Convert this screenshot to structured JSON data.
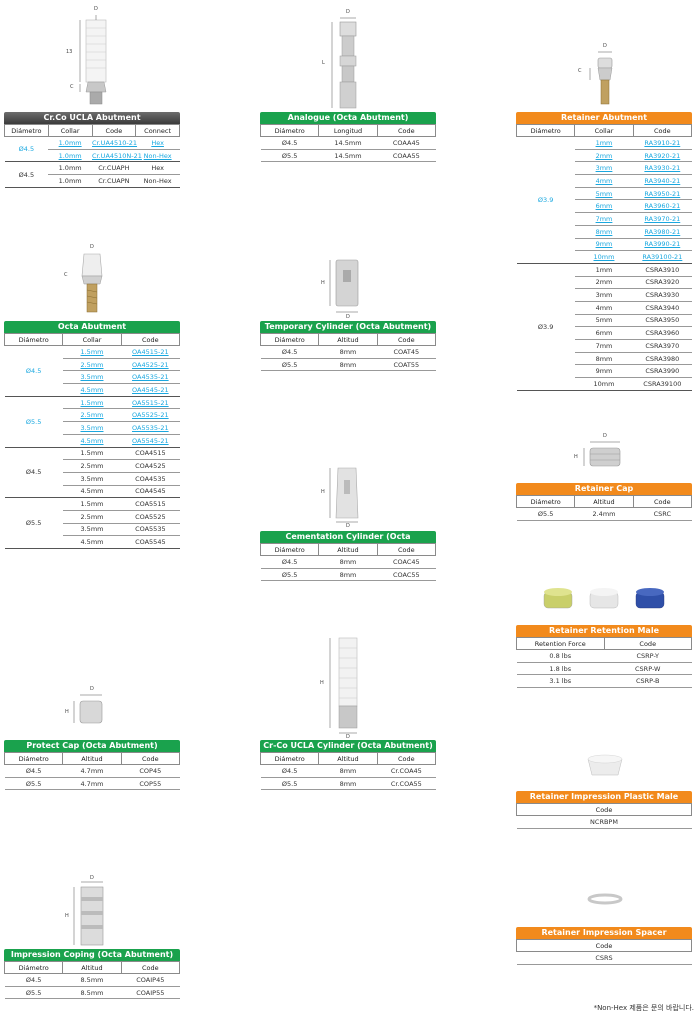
{
  "blocks": {
    "crco_ucla": {
      "title": "Cr.Co UCLA Abutment",
      "headers": [
        "Diámetro",
        "Collar",
        "Code",
        "Connect"
      ],
      "rows": [
        [
          "Ø4.5",
          "1.0mm",
          "Cr.UA4510-21",
          "Hex"
        ],
        [
          "",
          "1.0mm",
          "Cr.UA4510N-21",
          "Non-Hex"
        ],
        [
          "Ø4.5",
          "1.0mm",
          "Cr.CUAPH",
          "Hex"
        ],
        [
          "",
          "1.0mm",
          "Cr.CUAPN",
          "Non-Hex"
        ]
      ],
      "dims": {
        "d": "D",
        "h": "13",
        "c": "C"
      }
    },
    "analogue": {
      "title": "Analogue (Octa Abutment)",
      "headers": [
        "Diámetro",
        "Longitud",
        "Code"
      ],
      "rows": [
        [
          "Ø4.5",
          "14.5mm",
          "COAA45"
        ],
        [
          "Ø5.5",
          "14.5mm",
          "COAA55"
        ]
      ],
      "dims": {
        "d": "D",
        "l": "L"
      }
    },
    "retainer_abutment": {
      "title": "Retainer Abutment",
      "headers": [
        "Diámetro",
        "Collar",
        "Code"
      ],
      "group1": {
        "diameter": "Ø3.9",
        "rows": [
          [
            "1mm",
            "RA3910-21"
          ],
          [
            "2mm",
            "RA3920-21"
          ],
          [
            "3mm",
            "RA3930-21"
          ],
          [
            "4mm",
            "RA3940-21"
          ],
          [
            "5mm",
            "RA3950-21"
          ],
          [
            "6mm",
            "RA3960-21"
          ],
          [
            "7mm",
            "RA3970-21"
          ],
          [
            "8mm",
            "RA3980-21"
          ],
          [
            "9mm",
            "RA3990-21"
          ],
          [
            "10mm",
            "RA39100-21"
          ]
        ]
      },
      "group2": {
        "diameter": "Ø3.9",
        "rows": [
          [
            "1mm",
            "CSRA3910"
          ],
          [
            "2mm",
            "CSRA3920"
          ],
          [
            "3mm",
            "CSRA3930"
          ],
          [
            "4mm",
            "CSRA3940"
          ],
          [
            "5mm",
            "CSRA3950"
          ],
          [
            "6mm",
            "CSRA3960"
          ],
          [
            "7mm",
            "CSRA3970"
          ],
          [
            "8mm",
            "CSRA3980"
          ],
          [
            "9mm",
            "CSRA3990"
          ],
          [
            "10mm",
            "CSRA39100"
          ]
        ]
      },
      "dims": {
        "d": "D",
        "c": "C"
      }
    },
    "octa_abutment": {
      "title": "Octa Abutment",
      "headers": [
        "Diámetro",
        "Collar",
        "Code"
      ],
      "groups": [
        {
          "diameter": "Ø4.5",
          "blue": true,
          "rows": [
            [
              "1.5mm",
              "OA4515-21"
            ],
            [
              "2.5mm",
              "OA4525-21"
            ],
            [
              "3.5mm",
              "OA4535-21"
            ],
            [
              "4.5mm",
              "OA4545-21"
            ]
          ]
        },
        {
          "diameter": "Ø5.5",
          "blue": true,
          "rows": [
            [
              "1.5mm",
              "OA5515-21"
            ],
            [
              "2.5mm",
              "OA5525-21"
            ],
            [
              "3.5mm",
              "OA5535-21"
            ],
            [
              "4.5mm",
              "OA5545-21"
            ]
          ]
        },
        {
          "diameter": "Ø4.5",
          "blue": false,
          "rows": [
            [
              "1.5mm",
              "COA4515"
            ],
            [
              "2.5mm",
              "COA4525"
            ],
            [
              "3.5mm",
              "COA4535"
            ],
            [
              "4.5mm",
              "COA4545"
            ]
          ]
        },
        {
          "diameter": "Ø5.5",
          "blue": false,
          "rows": [
            [
              "1.5mm",
              "COA5515"
            ],
            [
              "2.5mm",
              "COA5525"
            ],
            [
              "3.5mm",
              "COA5535"
            ],
            [
              "4.5mm",
              "COA5545"
            ]
          ]
        }
      ],
      "dims": {
        "d": "D",
        "c": "C"
      }
    },
    "temp_cyl": {
      "title": "Temporary Cylinder (Octa Abutment)",
      "headers": [
        "Diámetro",
        "Altitud",
        "Code"
      ],
      "rows": [
        [
          "Ø4.5",
          "8mm",
          "COAT45"
        ],
        [
          "Ø5.5",
          "8mm",
          "COAT55"
        ]
      ],
      "dims": {
        "d": "D",
        "h": "H"
      }
    },
    "retainer_cap": {
      "title": "Retainer Cap",
      "headers": [
        "Diámetro",
        "Altitud",
        "Code"
      ],
      "rows": [
        [
          "Ø5.5",
          "2.4mm",
          "CSRC"
        ]
      ],
      "dims": {
        "d": "D",
        "h": "H"
      }
    },
    "cement_cyl": {
      "title": "Cementation Cylinder (Octa Abutment)",
      "headers": [
        "Diámetro",
        "Altitud",
        "Code"
      ],
      "rows": [
        [
          "Ø4.5",
          "8mm",
          "COAC45"
        ],
        [
          "Ø5.5",
          "8mm",
          "COAC55"
        ]
      ],
      "dims": {
        "d": "D",
        "h": "H"
      }
    },
    "retention_male": {
      "title": "Retainer Retention Male",
      "headers": [
        "Retention Force",
        "Code"
      ],
      "rows": [
        [
          "0.8 lbs",
          "CSRP-Y"
        ],
        [
          "1.8 lbs",
          "CSRP-W"
        ],
        [
          "3.1 lbs",
          "CSRP-B"
        ]
      ],
      "colors": [
        "#c9cf6a",
        "#e6e6e6",
        "#2f4fa8"
      ]
    },
    "protect_cap": {
      "title": "Protect Cap (Octa Abutment)",
      "headers": [
        "Diámetro",
        "Altitud",
        "Code"
      ],
      "rows": [
        [
          "Ø4.5",
          "4.7mm",
          "COP45"
        ],
        [
          "Ø5.5",
          "4.7mm",
          "COP55"
        ]
      ],
      "dims": {
        "d": "D",
        "h": "H"
      }
    },
    "crco_ucla_cyl": {
      "title": "Cr-Co UCLA Cylinder (Octa Abutment)",
      "headers": [
        "Diámetro",
        "Altitud",
        "Code"
      ],
      "rows": [
        [
          "Ø4.5",
          "8mm",
          "Cr.COA45"
        ],
        [
          "Ø5.5",
          "8mm",
          "Cr.COA55"
        ]
      ],
      "dims": {
        "d": "D",
        "h": "H"
      }
    },
    "impression_plastic_male": {
      "title": "Retainer Impression Plastic Male",
      "headers": [
        "Code"
      ],
      "rows": [
        [
          "NCRBPM"
        ]
      ]
    },
    "impression_coping": {
      "title": "Impression Coping (Octa Abutment)",
      "headers": [
        "Diámetro",
        "Altitud",
        "Code"
      ],
      "rows": [
        [
          "Ø4.5",
          "8.5mm",
          "COAIP45"
        ],
        [
          "Ø5.5",
          "8.5mm",
          "COAIP55"
        ]
      ],
      "dims": {
        "d": "D",
        "h": "H"
      }
    },
    "impression_spacer": {
      "title": "Retainer Impression Spacer",
      "headers": [
        "Code"
      ],
      "rows": [
        [
          "CSRS"
        ]
      ]
    }
  },
  "footnote": "*Non-Hex 제품은 문의 바랍니다.",
  "colors": {
    "green": "#1aa24d",
    "orange": "#f28a1c",
    "dark": "#3b3b3b",
    "link": "#1aa8e0"
  }
}
